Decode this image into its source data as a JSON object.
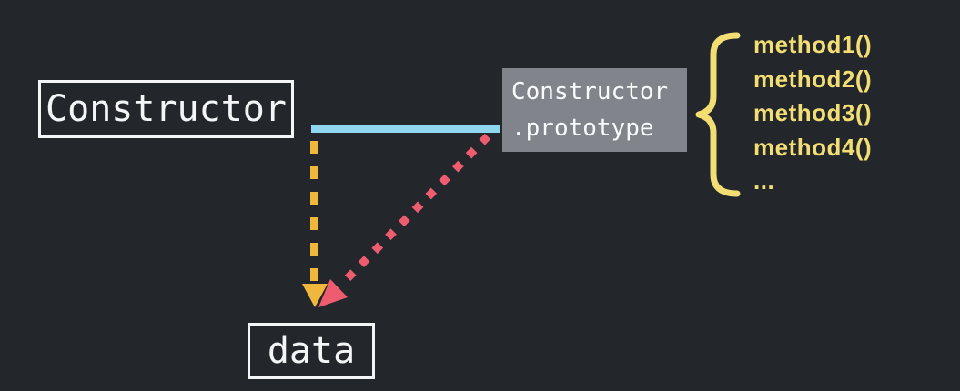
{
  "diagram": {
    "title_hint": "Constructor prototype relationship diagram",
    "constructor_box": {
      "label": "Constructor"
    },
    "prototype_box": {
      "line1": "Constructor",
      "line2": ".prototype"
    },
    "data_box": {
      "label": "data"
    },
    "methods": {
      "items": [
        "method1()",
        "method2()",
        "method3()",
        "method4()",
        "..."
      ]
    },
    "connectors": {
      "prototype_link": {
        "type": "solid-line",
        "color": "#8fd6ef",
        "from": "Constructor",
        "to": "Constructor.prototype"
      },
      "constructor_to_data": {
        "type": "dashed-arrow",
        "color": "#f0b73d",
        "from": "Constructor",
        "to": "data"
      },
      "prototype_to_data": {
        "type": "dotted-arrow",
        "color": "#ee5c70",
        "from": "Constructor.prototype",
        "to": "data"
      },
      "brace": {
        "type": "curly-brace",
        "color": "#f3de74"
      }
    },
    "colors": {
      "background": "#23262b",
      "box_border": "#f4f5f6",
      "prototype_box_bg": "#81858b",
      "blue_line": "#8fd6ef",
      "amber_arrow": "#f0b73d",
      "pink_arrow": "#ee5c70",
      "yellow_text": "#f3de74"
    }
  }
}
